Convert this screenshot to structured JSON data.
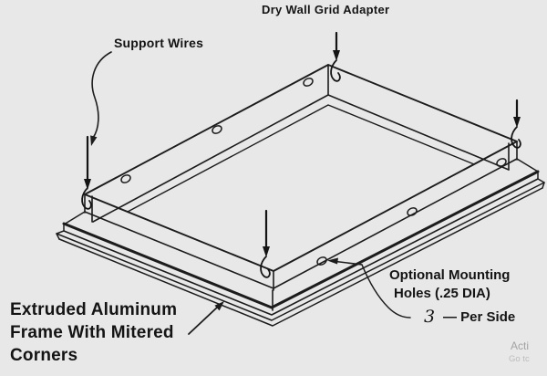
{
  "labels": {
    "grid_adapter": "Dry Wall Grid Adapter",
    "support_wires": "Support Wires",
    "frame": [
      "Extruded Aluminum",
      "Frame With Mitered",
      "Corners"
    ],
    "mounting": [
      "Optional Mounting",
      "Holes (.25 DIA)"
    ],
    "qty": "3",
    "per_side": "— Per Side"
  },
  "watermark": {
    "line1": "Acti",
    "line2": "Go tc"
  },
  "figure": {
    "type": "isometric technical line drawing of drywall grid adapter ceiling frame",
    "support_wires_shown": 4,
    "mounting_holes_visible": 6,
    "holes_per_side": "3"
  },
  "colors": {
    "background": "#e8e8e8",
    "ink": "#1c1c1c",
    "watermark_primary": "#a3a3a3",
    "watermark_secondary": "#bcbcbc"
  }
}
